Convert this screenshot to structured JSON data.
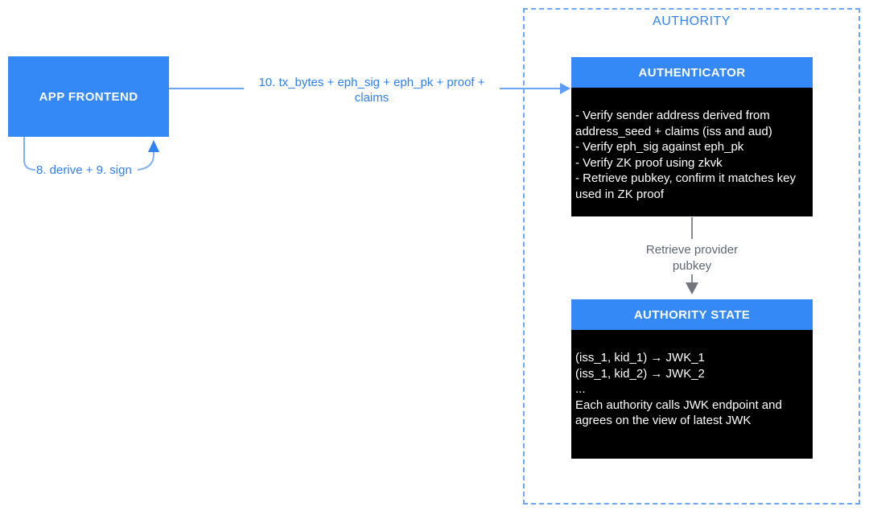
{
  "groups": {
    "authority": {
      "label": "AUTHORITY"
    }
  },
  "nodes": {
    "app_frontend": {
      "label": "APP FRONTEND"
    },
    "authenticator": {
      "title": "AUTHENTICATOR",
      "body_lines": [
        "- Verify sender address derived from address_seed + claims (iss and aud)",
        "- Verify eph_sig against eph_pk",
        "- Verify ZK proof using zkvk",
        "- Retrieve pubkey, confirm it matches key used in ZK proof"
      ]
    },
    "authority_state": {
      "title": "AUTHORITY STATE",
      "body_lines": [
        "(iss_1, kid_1) → JWK_1",
        "(iss_1, kid_2) → JWK_2",
        "...",
        "Each authority calls JWK endpoint and agrees on the view of latest JWK"
      ]
    }
  },
  "edges": {
    "tx_arrow": {
      "from": "APP FRONTEND",
      "to": "AUTHENTICATOR",
      "label_lines": [
        "10. tx_bytes + eph_sig + eph_pk + proof +",
        "claims"
      ]
    },
    "derive_sign_loop": {
      "from": "APP FRONTEND",
      "to": "APP FRONTEND",
      "label": "8. derive + 9. sign"
    },
    "retrieve_pubkey": {
      "from": "AUTHENTICATOR",
      "to": "AUTHORITY STATE",
      "label": "Retrieve provider pubkey"
    }
  },
  "colors": {
    "node_blue": "#3489f7",
    "line_blue": "#6da6f5",
    "label_blue": "#2e7ff2",
    "group_label_blue": "#3285f6",
    "gray_text": "#5f6774",
    "gray_arrow": "#71767f",
    "body_bg": "#000000",
    "body_text": "#ffffff"
  }
}
